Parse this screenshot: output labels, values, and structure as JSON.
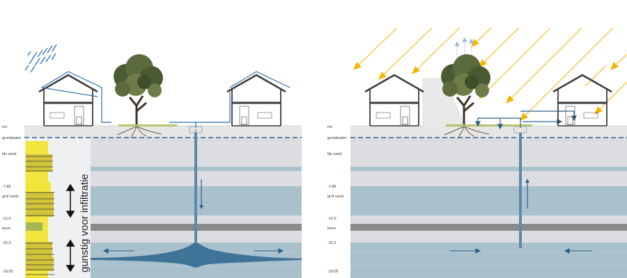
{
  "labels": {
    "mv": "mv",
    "grondwater": "grondwater",
    "fijn_zand": "fijn zand",
    "grof_zand": "grof zand",
    "leem": "leem"
  },
  "depths": [
    "-7.85",
    "-12.0",
    "-15.3",
    "-19.05"
  ],
  "annotation": "gunstig voor infiltratie",
  "colors": {
    "water_blue": "#2a5f8a",
    "rain_blue": "#2b6cb0",
    "sun_yellow": "#f4b400",
    "aquifer": "#a9c1cc",
    "clay": "#8a8a8a",
    "sediment_yellow": "#f2e63a",
    "sediment_olive": "#d1c43b",
    "leem_green": "#a6b45a",
    "house_line": "#3a3a3a"
  }
}
